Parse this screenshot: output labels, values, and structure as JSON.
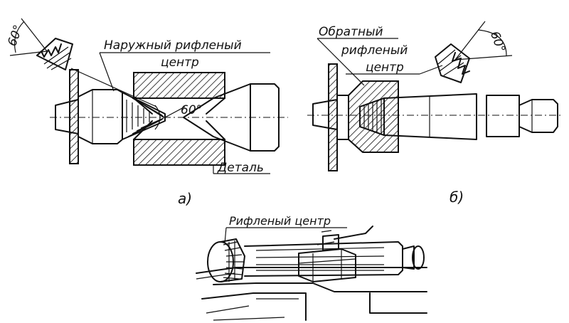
{
  "figure_a": {
    "angle_label_top": "60°",
    "center_label_line1": "Наружный рифленый",
    "center_label_line2": "центр",
    "angle_label_mid": "60°",
    "part_label": "Деталь",
    "caption": "а)"
  },
  "figure_b": {
    "center_label_line1": "Обратный",
    "center_label_line2": "рифленый",
    "center_label_line3": "центр",
    "angle_label": "60°",
    "caption": "б)"
  },
  "figure_c": {
    "center_label": "Рифленый центр"
  }
}
